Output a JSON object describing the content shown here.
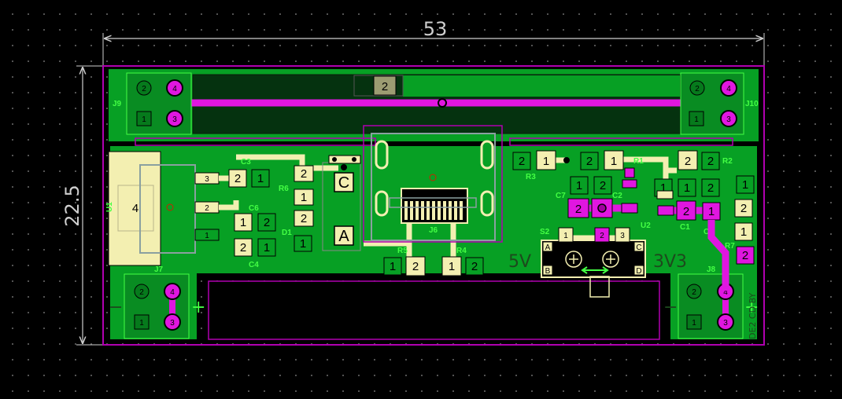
{
  "dimensions": {
    "width": "53",
    "height": "22.5"
  },
  "designators": {
    "J9": "J9",
    "J10": "J10",
    "J7": "J7",
    "J8": "J8",
    "U1": "U1",
    "U2": "U2",
    "J6": "J6",
    "S2": "S2",
    "R1": "R1",
    "R2": "R2",
    "R3": "R3",
    "R4": "R4",
    "R5": "R5",
    "R6": "R6",
    "R7": "R7",
    "C1": "C1",
    "C2": "C2",
    "C3": "C3",
    "C4": "C4",
    "C5": "C5",
    "C6": "C6",
    "C7": "C7",
    "D1": "D1"
  },
  "net_labels": {
    "v5": "5V",
    "v3": "3V3"
  },
  "pads": {
    "p1": "1",
    "p2": "2",
    "p3": "3",
    "p4": "4",
    "anode": "A",
    "cathode": "C",
    "sw_a": "A",
    "sw_b": "B",
    "sw_c": "C",
    "sw_d": "D"
  },
  "board_text": "DE2 CD BY"
}
